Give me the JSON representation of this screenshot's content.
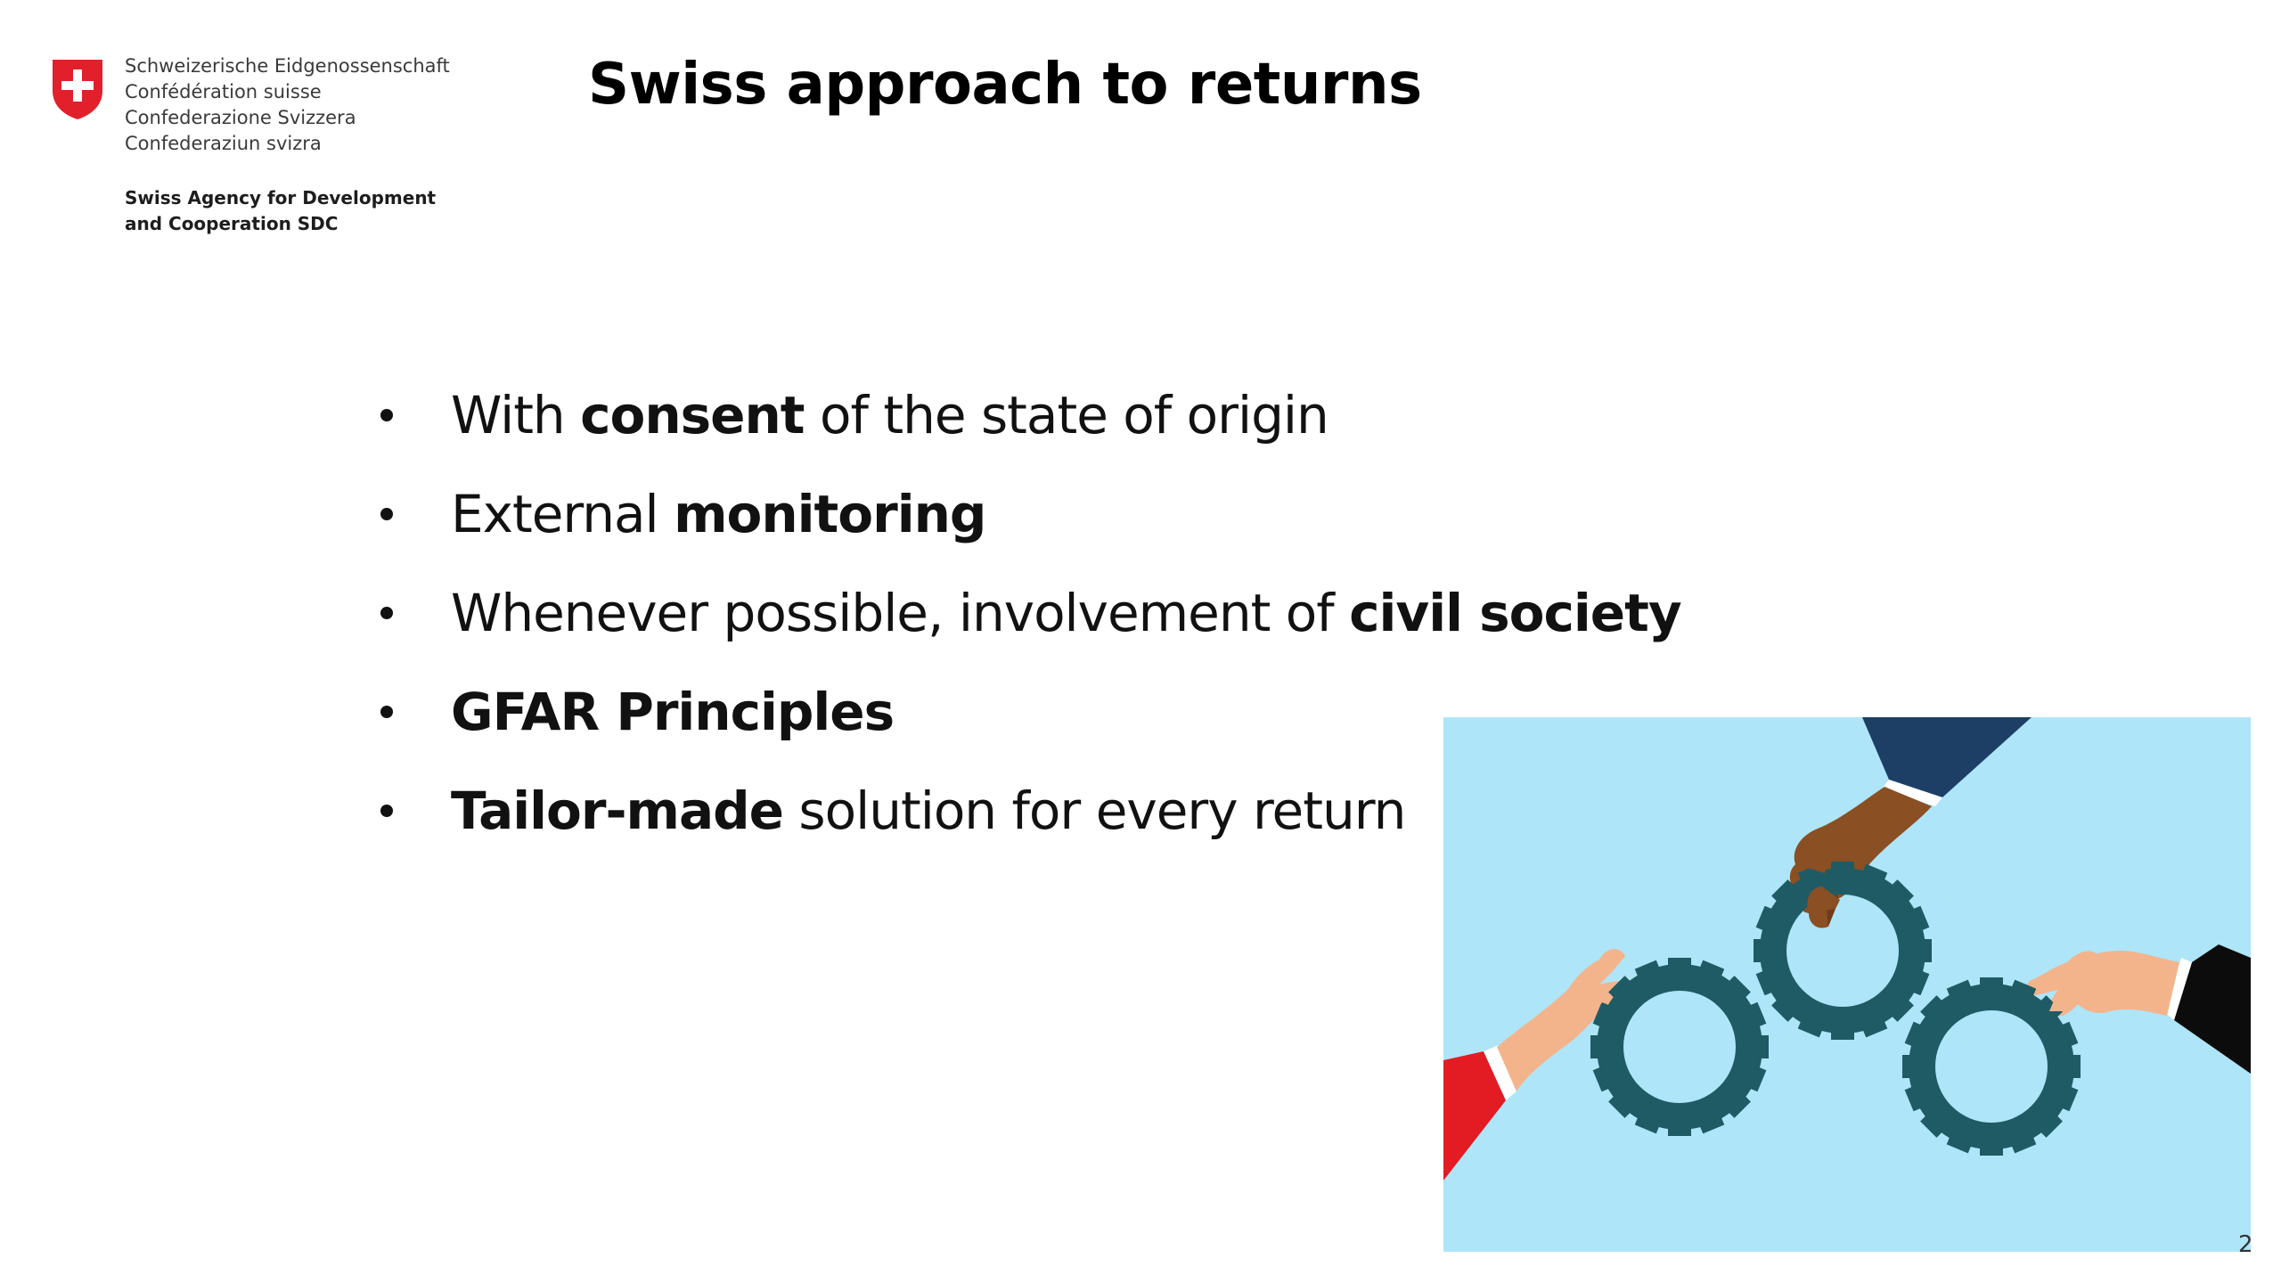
{
  "logo": {
    "names": [
      "Schweizerische Eidgenossenschaft",
      "Confédération suisse",
      "Confederazione Svizzera",
      "Confederaziun svizra"
    ],
    "agency_line1": "Swiss Agency for Development",
    "agency_line2": "and Cooperation SDC",
    "icon": "swiss-cross-shield-icon",
    "color": "#e2202c"
  },
  "title": "Swiss approach to returns",
  "bullets": [
    {
      "pre": "With ",
      "bold": "consent",
      "post": " of the state of origin"
    },
    {
      "pre": "External ",
      "bold": "monitoring",
      "post": ""
    },
    {
      "pre": "Whenever possible, involvement of ",
      "bold": "civil society",
      "post": ""
    },
    {
      "pre": "",
      "bold": "GFAR Principles",
      "post": ""
    },
    {
      "pre": "",
      "bold": "Tailor-made",
      "post": " solution for every return"
    }
  ],
  "illustration": {
    "icon": "hands-turning-gears-illustration",
    "background": "#aee5f8",
    "gear_color": "#1f5b64"
  },
  "page_number": "2"
}
